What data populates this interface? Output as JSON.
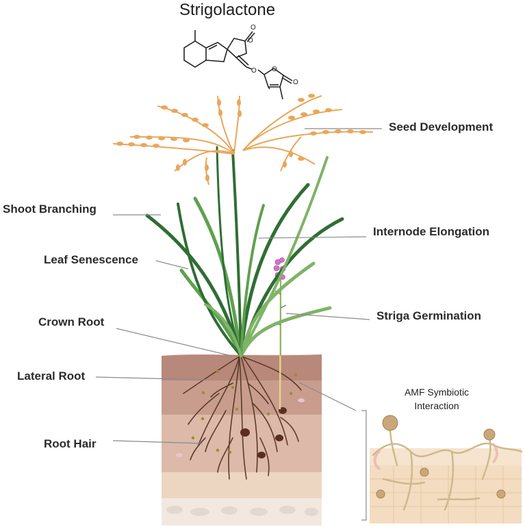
{
  "title": "Strigolactone",
  "labels": {
    "seed_development": "Seed Development",
    "shoot_branching": "Shoot Branching",
    "internode_elongation": "Internode Elongation",
    "leaf_senescence": "Leaf Senescence",
    "striga_germination": "Striga Germination",
    "crown_root": "Crown Root",
    "lateral_root": "Lateral Root",
    "root_hair": "Root Hair",
    "amf_line1": "AMF Symbiotic",
    "amf_line2": "Interaction"
  },
  "molecule_atoms": [
    "O",
    "O",
    "O",
    "O",
    "O"
  ],
  "colors": {
    "grain": "#e9a65a",
    "leaf_dark": "#2f6e34",
    "leaf_light": "#7fb366",
    "root": "#5a3a28",
    "soil_top": "#b98a78",
    "soil_mid": "#d9b3a3",
    "soil_low": "#e6cdbf",
    "striga_flower": "#d572c9",
    "amf_hyphae": "#cdb98c",
    "leader_line": "#8a8a8a"
  }
}
